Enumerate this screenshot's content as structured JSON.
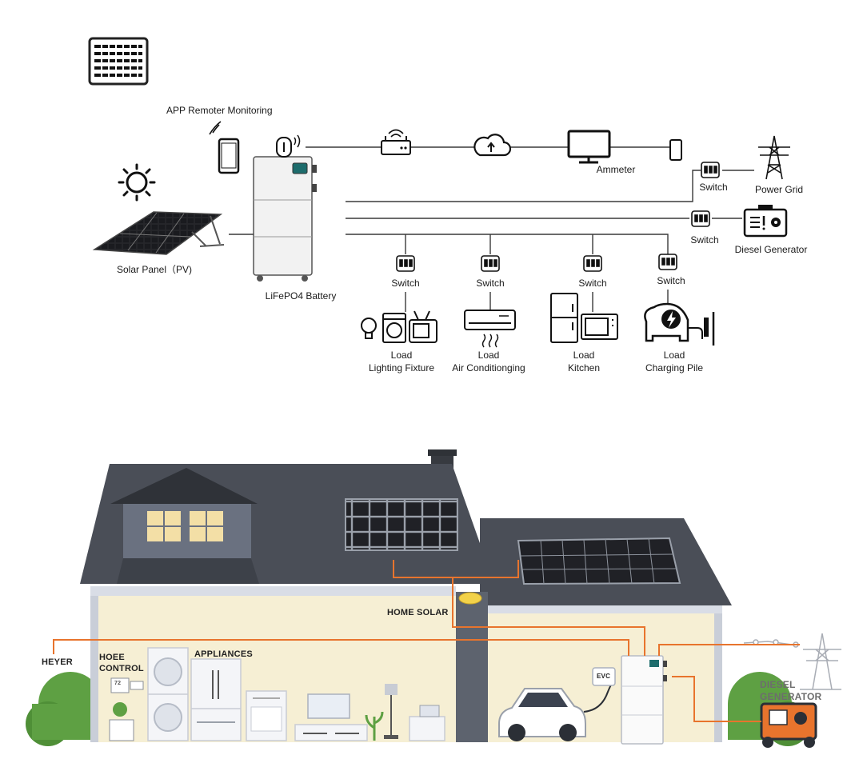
{
  "diagram": {
    "app_monitoring": "APP Remoter Monitoring",
    "ammeter": "Ammeter",
    "solar_panel": "Solar Panel（PV)",
    "battery": "LiFePO4 Battery",
    "power_grid": "Power Grid",
    "diesel_generator": "Diesel Generator",
    "switch_grid": "Switch",
    "switch_generator": "Switch",
    "loads": [
      {
        "switch": "Switch",
        "title": "Load",
        "name": "Lighting Fixture"
      },
      {
        "switch": "Switch",
        "title": "Load",
        "name": "Air Conditionging"
      },
      {
        "switch": "Switch",
        "title": "Load",
        "name": "Kitchen"
      },
      {
        "switch": "Switch",
        "title": "Load",
        "name": "Charging Pile"
      }
    ]
  },
  "house": {
    "home_solar": "HOME SOLAR",
    "heyer": "HEYER",
    "hoee_control_1": "HOEE",
    "hoee_control_2": "CONTROL",
    "appliances": "APPLIANCES",
    "evc": "EVC",
    "diesel_1": "DIESEL",
    "diesel_2": "GENERATOR",
    "control_display": "72"
  },
  "colors": {
    "roof": "#4a4e57",
    "roof_dark": "#363a42",
    "wall": "#f6efd4",
    "wall_trim": "#d9dde6",
    "panel": "#222327",
    "wire_orange": "#e8742d",
    "bush": "#5ea043",
    "line_grey": "#333333"
  }
}
